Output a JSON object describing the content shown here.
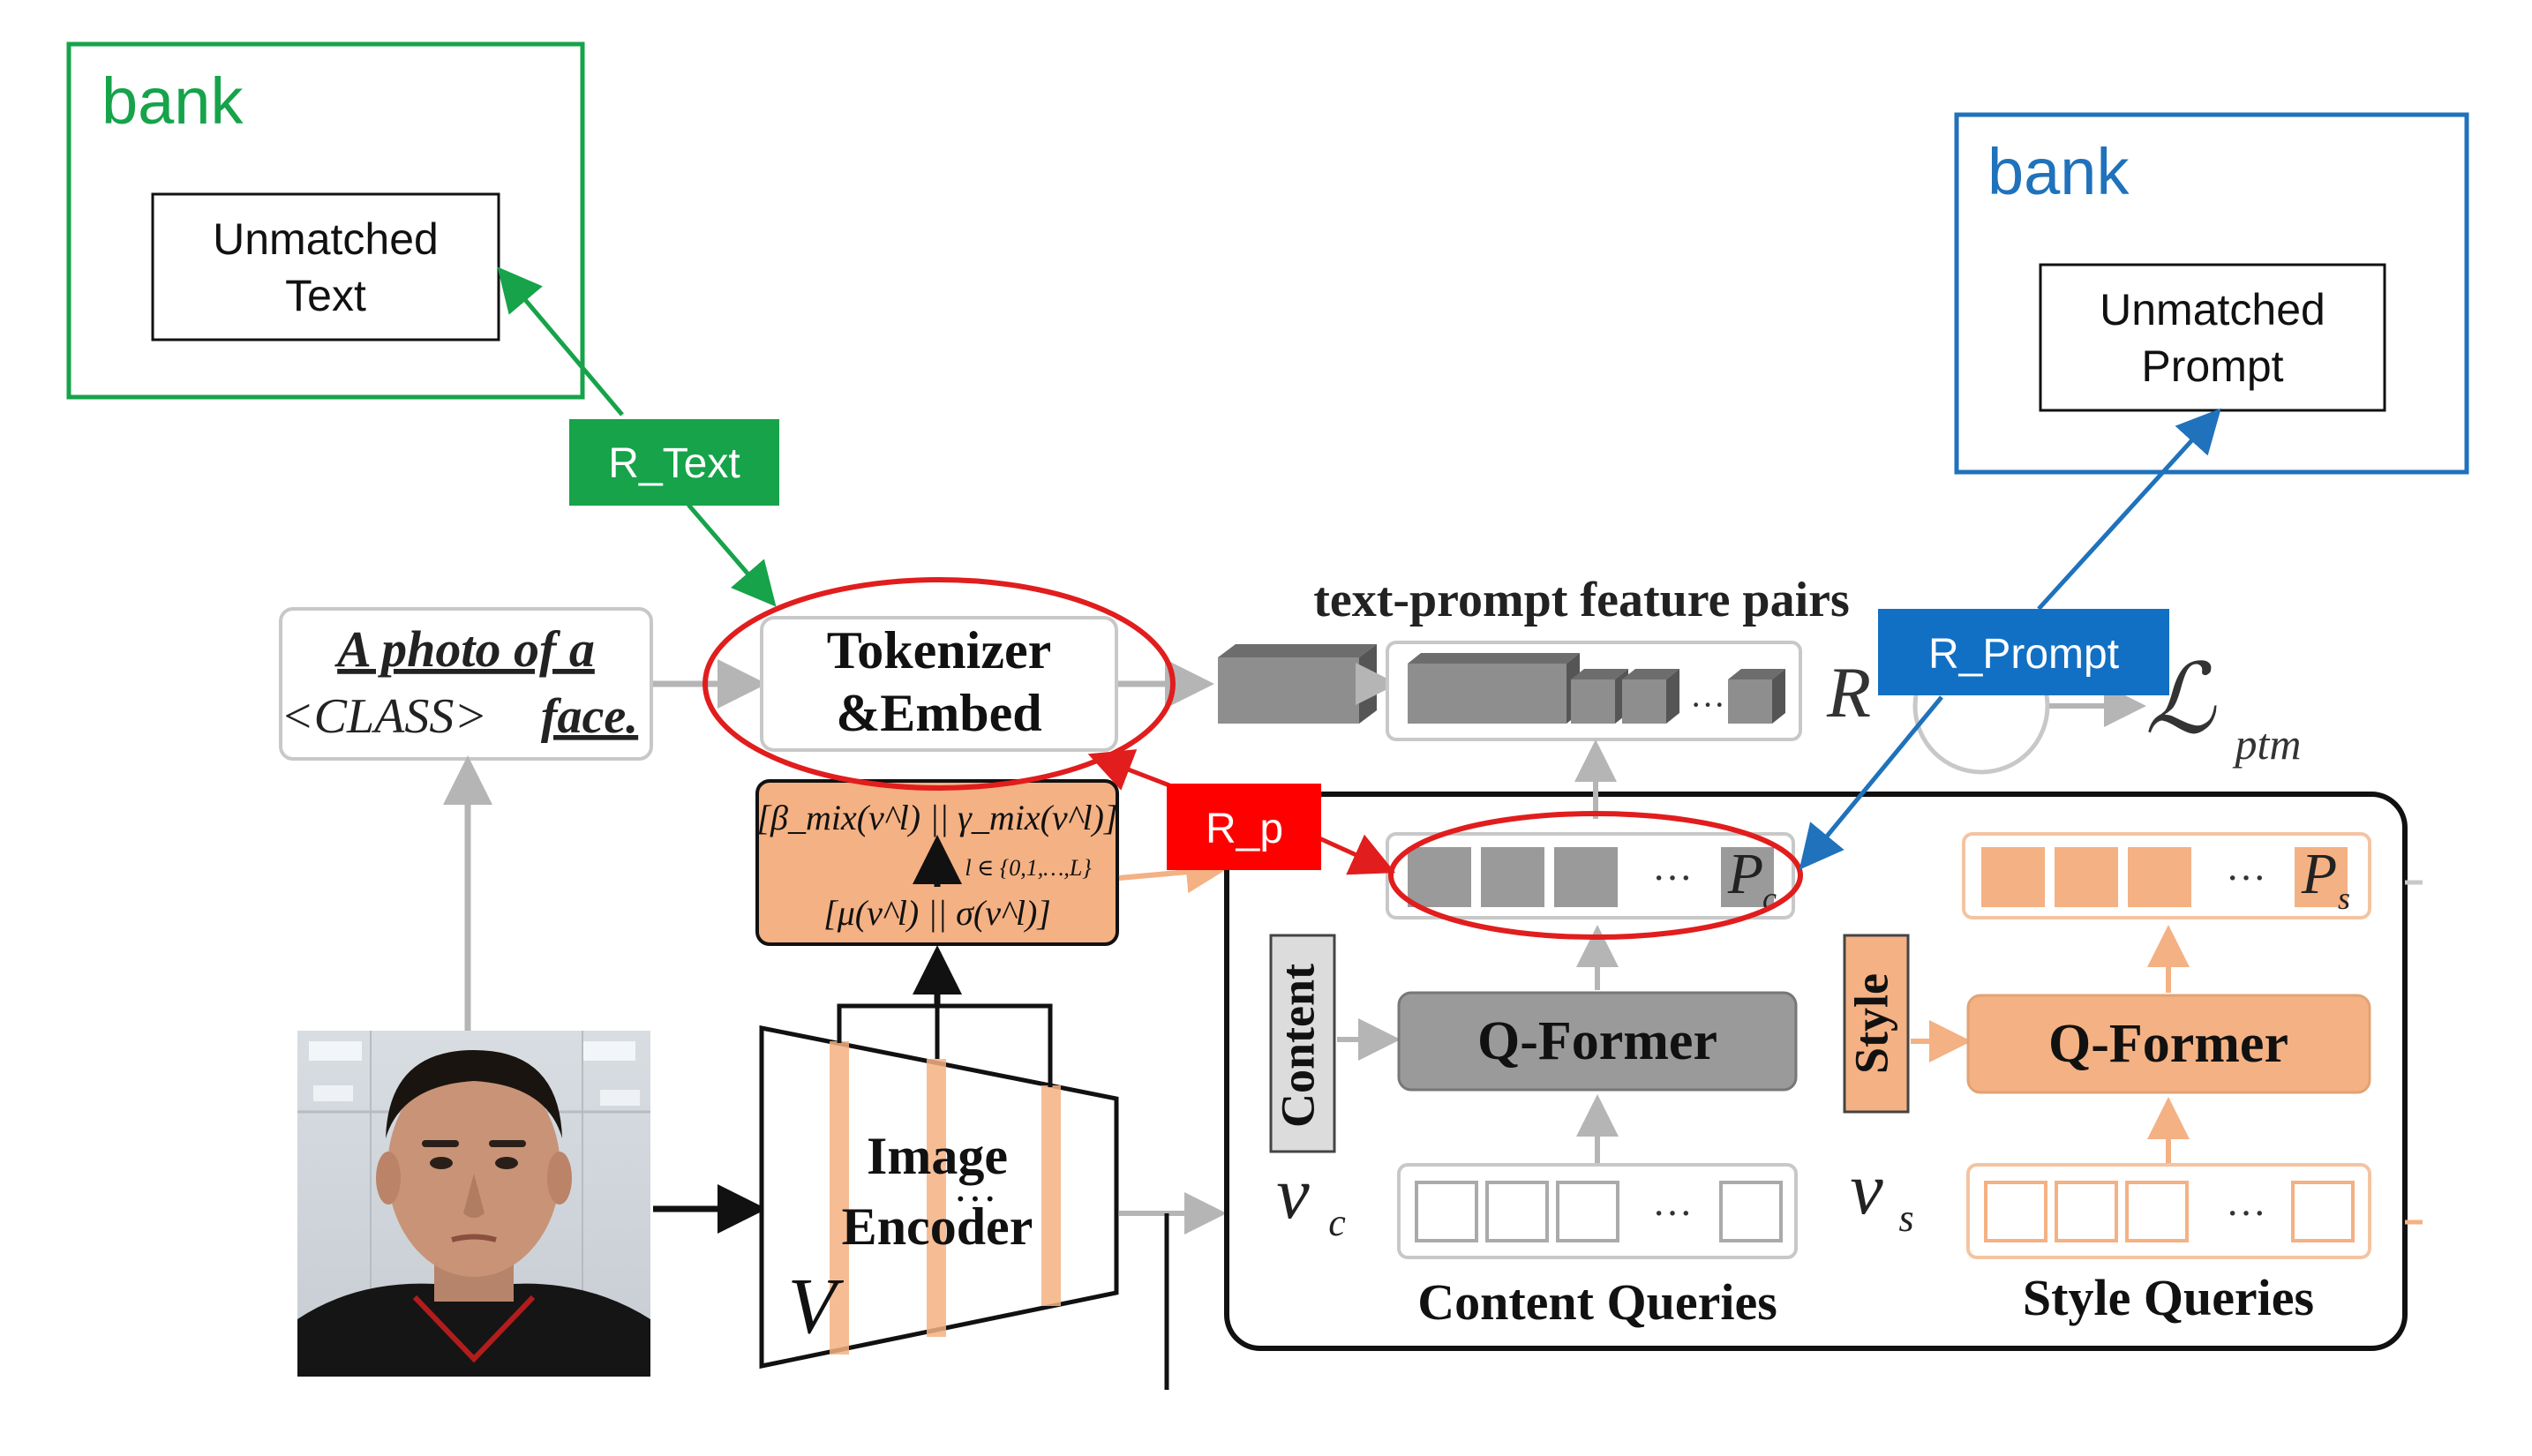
{
  "bank_text": {
    "title": "bank",
    "item_line1": "Unmatched",
    "item_line2": "Text"
  },
  "bank_prompt": {
    "title": "bank",
    "item_line1": "Unmatched",
    "item_line2": "Prompt"
  },
  "tags": {
    "r_text": "R_Text",
    "r_prompt": "R_Prompt",
    "r_p": "R_p"
  },
  "input_text": {
    "line1": "A photo of a",
    "line2_prefix": "<CLASS>",
    "line2_suffix": "face."
  },
  "tokenizer": {
    "line1": "Tokenizer",
    "line2": "&Embed"
  },
  "feature_pairs_title": "text-prompt feature pairs",
  "r_label": "R",
  "loss_label": "ℒ",
  "loss_sub": "ptm",
  "mix_box": {
    "line1": "[β_mix(v^l) || γ_mix(v^l)]",
    "cond": "l ∈ {0,1,…,L}",
    "line2": "[μ(v^l) || σ(v^l)]"
  },
  "encoder": {
    "line1": "Image",
    "line2": "Encoder",
    "symbol": "V"
  },
  "content_branch": {
    "vertical_label": "Content",
    "var_symbol": "v",
    "var_sub": "c",
    "former_label": "Q-Former",
    "queries_label": "Content Queries",
    "prompt_symbol": "P",
    "prompt_sub": "c"
  },
  "style_branch": {
    "vertical_label": "Style",
    "var_symbol": "v",
    "var_sub": "s",
    "former_label": "Q-Former",
    "queries_label": "Style Queries",
    "prompt_symbol": "P",
    "prompt_sub": "s"
  },
  "ellipsis": "···",
  "colors": {
    "green": "#16a34a",
    "blue": "#1f72bb",
    "red": "#e11d1d",
    "orange_fill": "#f4b183",
    "orange_stroke": "#d98850",
    "gray_fill": "#9a9a9a",
    "gray_line": "#b5b5b5"
  }
}
